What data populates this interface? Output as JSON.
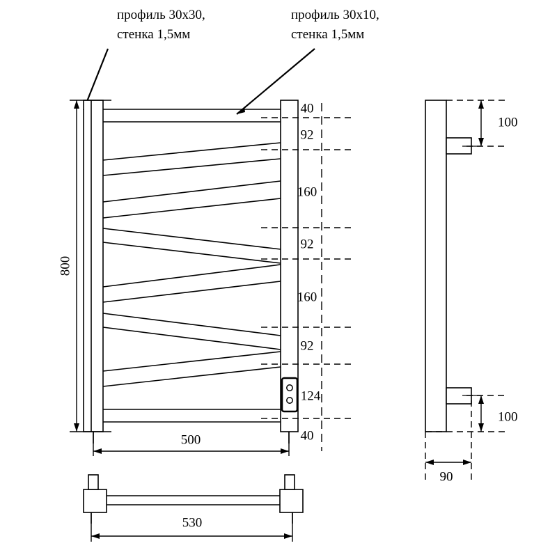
{
  "drawing": {
    "title": "Heated towel rail technical drawing",
    "units": "mm",
    "line_color": "#000000",
    "background_color": "#ffffff"
  },
  "notes": [
    {
      "id": "note-left",
      "line1": "профиль 30х30,",
      "line2": "стенка 1,5мм"
    },
    {
      "id": "note-right",
      "line1": "профиль 30х10,",
      "line2": "стенка 1,5мм"
    }
  ],
  "front_view": {
    "name": "front-view",
    "overall_height_label": "800",
    "width_label": "500",
    "segments": [
      {
        "label": "40",
        "value": 40
      },
      {
        "label": "92",
        "value": 92
      },
      {
        "label": "160",
        "value": 160
      },
      {
        "label": "92",
        "value": 92
      },
      {
        "label": "160",
        "value": 160
      },
      {
        "label": "92",
        "value": 92
      },
      {
        "label": "124",
        "value": 124
      },
      {
        "label": "40",
        "value": 40
      }
    ],
    "control_unit": {
      "name": "control-unit",
      "buttons": 2
    }
  },
  "side_view": {
    "name": "side-view",
    "top_bracket_label": "100",
    "bottom_bracket_label": "100",
    "depth_label": "90"
  },
  "plan_view": {
    "name": "plan-view",
    "width_label": "530"
  },
  "chart_data": {
    "type": "table",
    "title": "Dimension callouts (mm)",
    "categories": [
      "40",
      "92",
      "160",
      "92",
      "160",
      "92",
      "124",
      "40"
    ],
    "values": [
      40,
      92,
      160,
      92,
      160,
      92,
      124,
      40
    ],
    "annotations": [
      "800",
      "500",
      "530",
      "100",
      "100",
      "90"
    ]
  }
}
